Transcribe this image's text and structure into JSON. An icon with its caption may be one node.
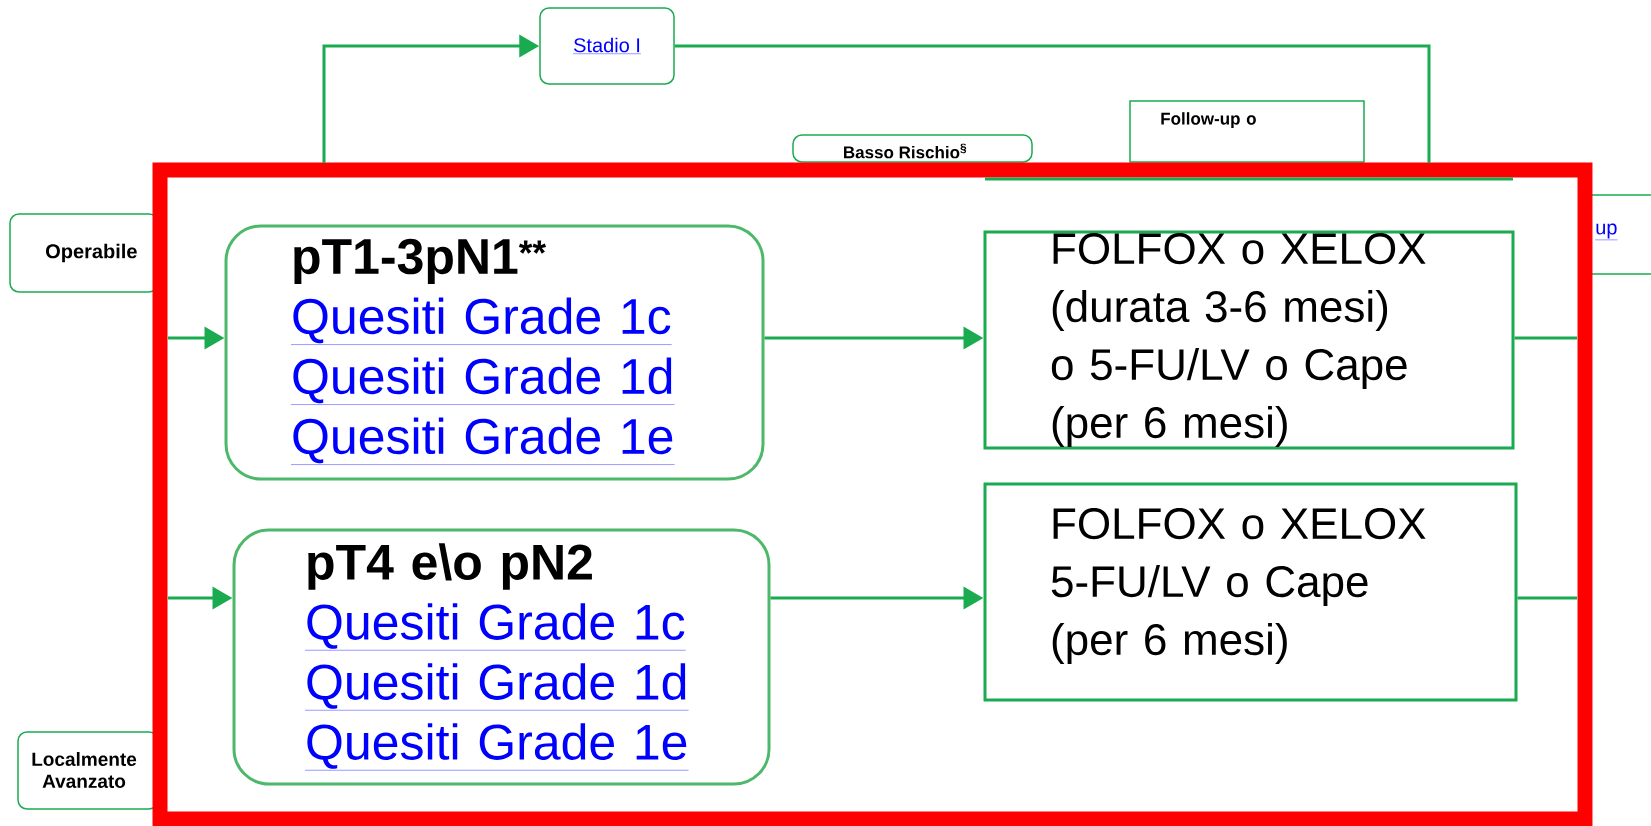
{
  "diagram": {
    "nodes": [
      {
        "text": [
          "Stadio I"
        ]
      },
      {
        "text": [
          "Follow-up o"
        ]
      },
      {
        "text": [
          "Basso Rischio$^{§}$"
        ]
      },
      {
        "text": [
          "up"
        ]
      },
      {
        "text": [
          "Operabile"
        ]
      },
      {
        "text": [
          "pT1-3pN1$^{**}$",
          "Quesiti Grade 1c",
          "Quesiti Grade 1d",
          "Quesiti Grade 1e"
        ]
      },
      {
        "text": [
          "FOLFOX o XELOX (durata 3-6 mesi) o 5-FU/LV o Cape (per 6 mesi)"
        ]
      },
      {
        "text": [
          "pT4 e\\o pN2",
          "Quesiti Grade 1c",
          "Quesiti Grade 1d",
          "Quesiti Grade 1e"
        ]
      },
      {
        "text": [
          "FOLFOX o XELOX 5-FU/LV o Cape (per 6 mesi)"
        ]
      },
      {
        "text": [
          "Localmente Avanzato"
        ]
      }
    ],
    "edges": [
      {
        "from": null,
        "to": 0,
        "arrow": "to"
      },
      {
        "from": 0,
        "to": null,
        "arrow": "none"
      },
      {
        "from": null,
        "to": 5,
        "arrow": "to"
      },
      {
        "from": 5,
        "to": 6,
        "arrow": "to"
      },
      {
        "from": 6,
        "to": null,
        "arrow": "none"
      },
      {
        "from": null,
        "to": 7,
        "arrow": "to"
      },
      {
        "from": 7,
        "to": 8,
        "arrow": "to"
      },
      {
        "from": 8,
        "to": null,
        "arrow": "none"
      }
    ]
  }
}
